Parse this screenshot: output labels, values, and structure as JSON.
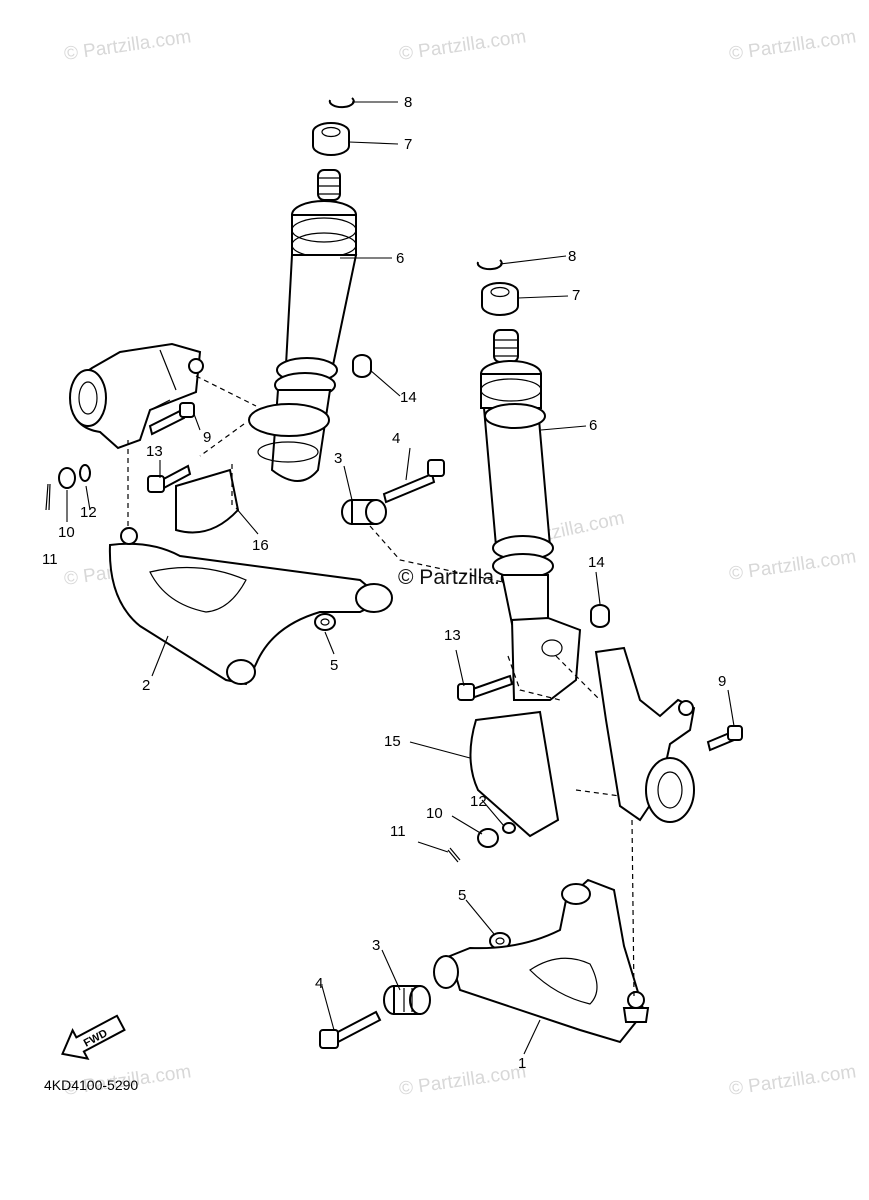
{
  "watermark": {
    "light_text": "© Partzilla.com",
    "dark_text": "© Partzilla.com"
  },
  "diagram_code": "4KD4100-5290",
  "fwd_label": "FWD",
  "callouts": {
    "left_8": "8",
    "left_7": "7",
    "left_6": "6",
    "left_14": "14",
    "left_9": "9",
    "left_13": "13",
    "left_4": "4",
    "left_3": "3",
    "left_12": "12",
    "left_10": "10",
    "left_11": "11",
    "left_16": "16",
    "left_5": "5",
    "left_2": "2",
    "right_8": "8",
    "right_7": "7",
    "right_6": "6",
    "right_14": "14",
    "right_13": "13",
    "right_9": "9",
    "right_15": "15",
    "right_12": "12",
    "right_10": "10",
    "right_11": "11",
    "right_5": "5",
    "right_3": "3",
    "right_4": "4",
    "right_1": "1"
  },
  "colors": {
    "line": "#000000",
    "watermark": "#d8d8d8",
    "background": "#ffffff"
  }
}
